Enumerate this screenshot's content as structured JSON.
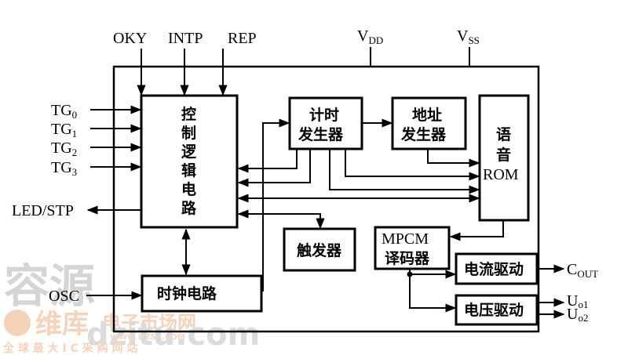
{
  "inputs_top": {
    "oky": "OKY",
    "intp": "INTP",
    "rep": "REP"
  },
  "power": {
    "vdd": "V",
    "vdd_sub": "DD",
    "vss": "V",
    "vss_sub": "SS"
  },
  "tg_inputs": [
    {
      "base": "TG",
      "sub": "0"
    },
    {
      "base": "TG",
      "sub": "1"
    },
    {
      "base": "TG",
      "sub": "2"
    },
    {
      "base": "TG",
      "sub": "3"
    }
  ],
  "led_stp": "LED/STP",
  "osc": "OSC",
  "blocks": {
    "control_logic": [
      "控",
      "制",
      "逻",
      "辑",
      "电",
      "路"
    ],
    "timer_line1": "计时",
    "timer_line2": "发生器",
    "address_line1": "地址",
    "address_line2": "发生器",
    "rom_line1": "语",
    "rom_line2": "音",
    "rom_line3": "ROM",
    "trigger": "触发器",
    "mpcm_line1": "MPCM",
    "mpcm_line2": "译码器",
    "clock": "时钟电路",
    "current_drive": "电流驱动",
    "voltage_drive": "电压驱动"
  },
  "outputs": {
    "cout": "C",
    "cout_sub": "OUT",
    "uo1": "U",
    "uo1_sub": "o1",
    "uo2": "U",
    "uo2_sub": "o2"
  },
  "watermark": {
    "line1": "容源",
    "brand": "维库",
    "market": "电子市场网",
    "url": "WWW.DZSC.COM",
    "domain": "dzitu.com",
    "slogan": "全 球 最 大 I C 采 购 网 站"
  }
}
